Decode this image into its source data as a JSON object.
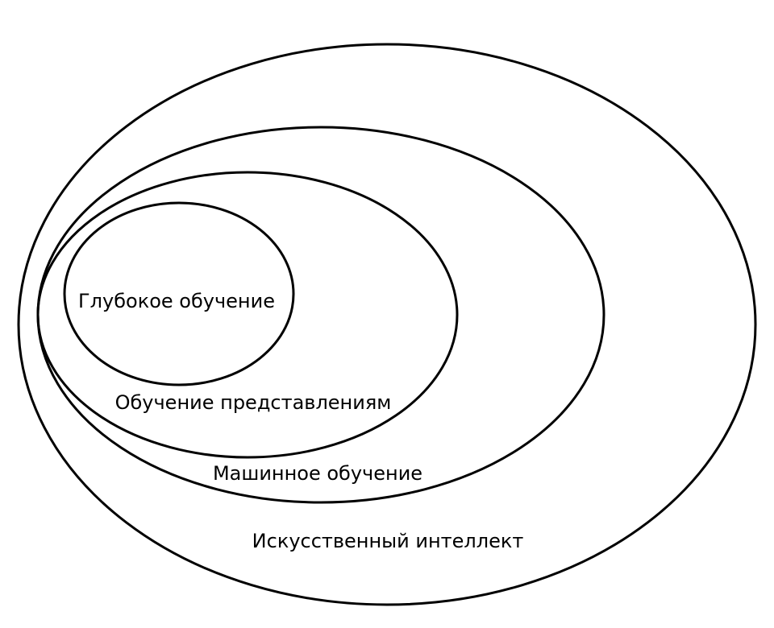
{
  "diagram": {
    "type": "nested-sets",
    "line_color": "#000000",
    "background": "#ffffff",
    "sets": [
      {
        "label": "Искусственный интеллект"
      },
      {
        "label": "Машинное обучение"
      },
      {
        "label": "Обучение представлениям"
      },
      {
        "label": "Глубокое обучение"
      }
    ]
  }
}
